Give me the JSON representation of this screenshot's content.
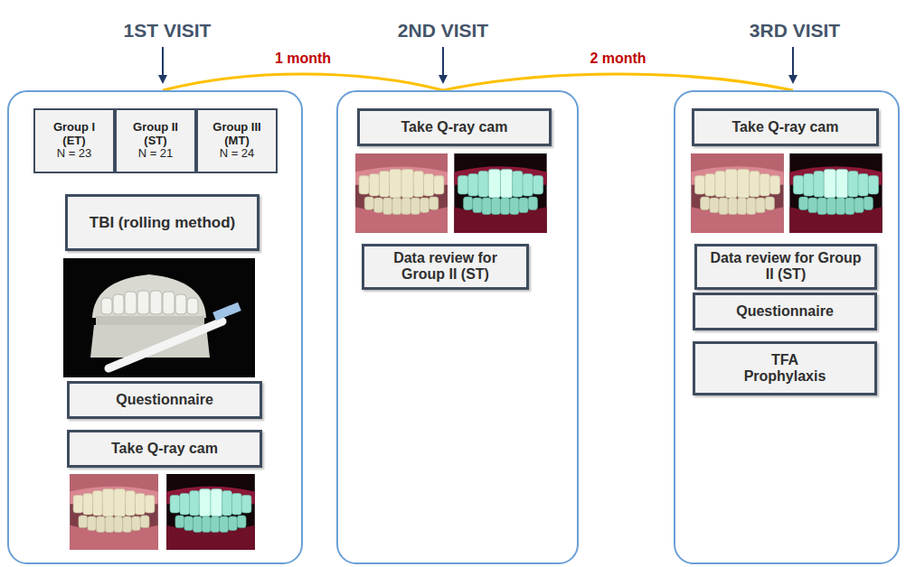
{
  "diagram": {
    "nodes": [
      {
        "text": [
          "1ST VISIT"
        ]
      },
      {
        "text": [
          "Group I (ET)",
          "N = 23"
        ],
        "in": 0
      },
      {
        "text": [
          "Group II (ST)",
          "N = 21"
        ],
        "in": 0
      },
      {
        "text": [
          "Group III (MT)",
          "N = 24"
        ],
        "in": 0
      },
      {
        "text": [
          "TBI (rolling method)"
        ],
        "in": 0
      },
      {
        "text": [
          "Questionnaire"
        ],
        "in": 0
      },
      {
        "text": [
          "Take Q-ray cam"
        ],
        "in": 0
      },
      {
        "text": [
          "2ND VISIT"
        ]
      },
      {
        "text": [
          "Take Q-ray cam"
        ],
        "in": 7
      },
      {
        "text": [
          "Data review for Group II (ST)"
        ],
        "in": 7
      },
      {
        "text": [
          "3RD VISIT"
        ]
      },
      {
        "text": [
          "Take Q-ray cam"
        ],
        "in": 10
      },
      {
        "text": [
          "Data review for Group II (ST)"
        ],
        "in": 10
      },
      {
        "text": [
          "Questionnaire"
        ],
        "in": 10
      },
      {
        "text": [
          "TFA Prophylaxis"
        ],
        "in": 10
      }
    ],
    "edges": [
      {
        "from": 0,
        "to": 7,
        "label": "1 month",
        "arrow": "none"
      },
      {
        "from": 7,
        "to": 10,
        "label": "2 month",
        "arrow": "none"
      }
    ]
  }
}
